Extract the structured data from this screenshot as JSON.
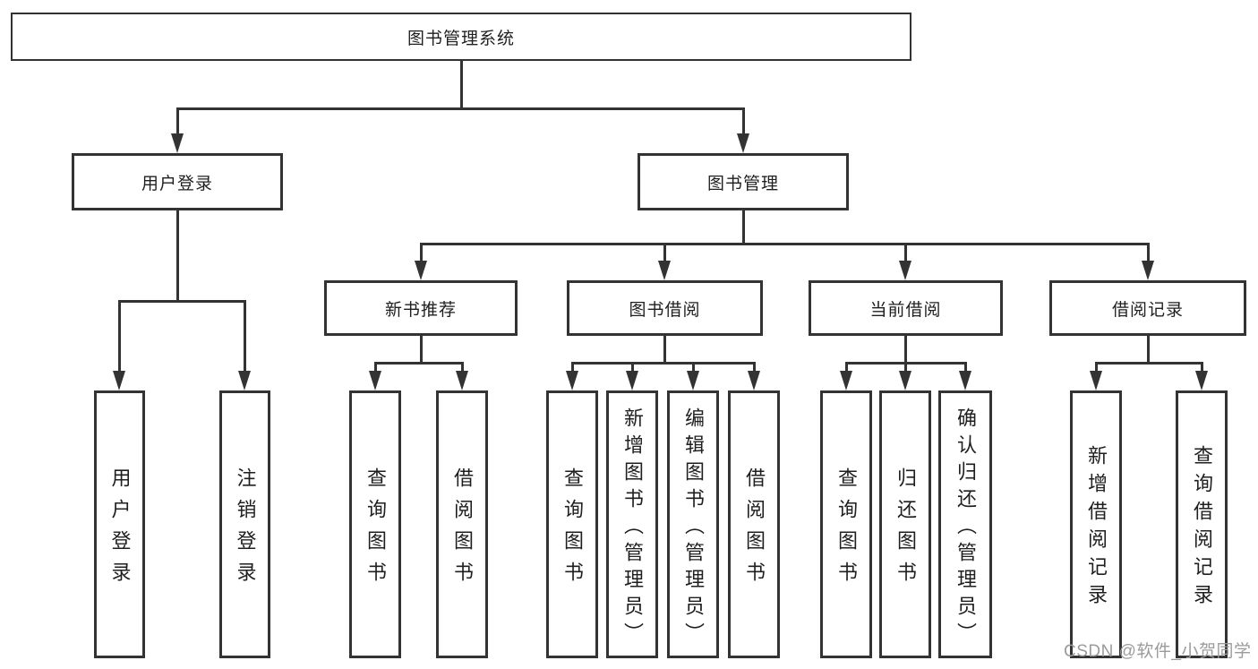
{
  "tree": {
    "root": {
      "label": "图书管理系统"
    },
    "children": [
      {
        "label": "用户登录",
        "children": [
          {
            "label": "用户登录"
          },
          {
            "label": "注销登录"
          }
        ]
      },
      {
        "label": "图书管理",
        "children": [
          {
            "label": "新书推荐",
            "children": [
              {
                "label": "查询图书"
              },
              {
                "label": "借阅图书"
              }
            ]
          },
          {
            "label": "图书借阅",
            "children": [
              {
                "label": "查询图书"
              },
              {
                "label": "新增图书（管理员）"
              },
              {
                "label": "编辑图书（管理员）"
              },
              {
                "label": "借阅图书"
              }
            ]
          },
          {
            "label": "当前借阅",
            "children": [
              {
                "label": "查询图书"
              },
              {
                "label": "归还图书"
              },
              {
                "label": "确认归还（管理员）"
              }
            ]
          },
          {
            "label": "借阅记录",
            "children": [
              {
                "label": "新增借阅记录"
              },
              {
                "label": "查询借阅记录"
              }
            ]
          }
        ]
      }
    ]
  },
  "watermark": {
    "text": "CSDN @软件_小贺同学"
  },
  "colors": {
    "line": "#333333",
    "text": "#1f1f1f",
    "watermark": "#9b9b9b",
    "background": "#ffffff"
  }
}
